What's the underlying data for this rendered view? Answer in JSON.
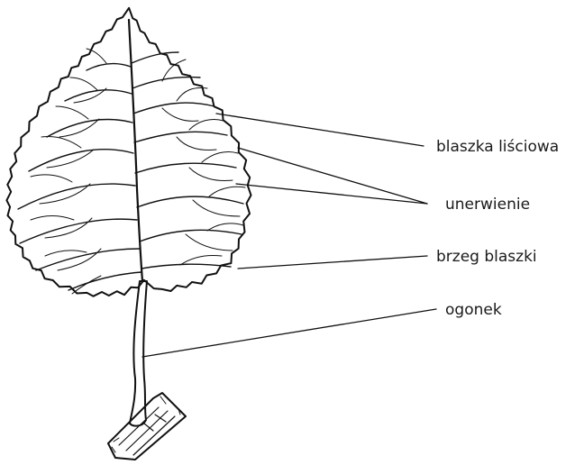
{
  "labels": {
    "blade": "blaszka liściowa",
    "venation": "unerwienie",
    "margin": "brzeg blaszki",
    "petiole": "ogonek"
  },
  "colors": {
    "ink": "#111111",
    "background": "#ffffff"
  }
}
